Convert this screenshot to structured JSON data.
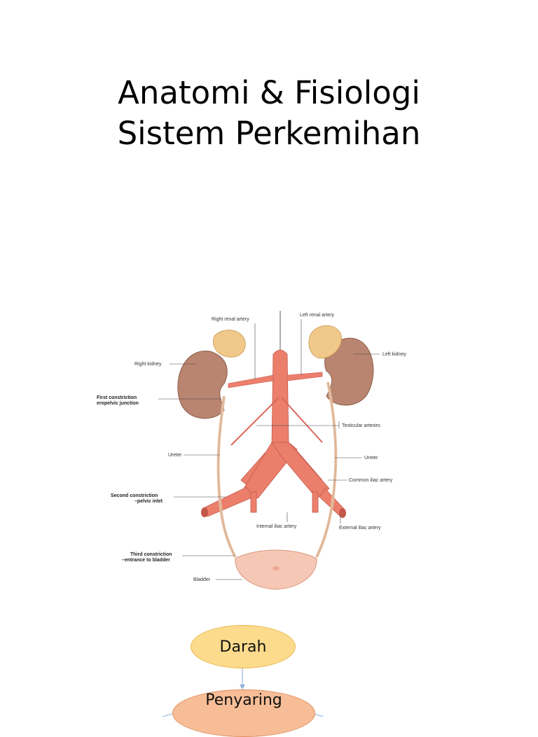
{
  "slide": {
    "title_line1": "Anatomi & Fisiologi",
    "title_line2": "Sistem Perkemihan"
  },
  "figure": {
    "labels": {
      "right_renal_artery": "Right renal artery",
      "left_renal_artery": "Left renal artery",
      "right_kidney": "Right kidney",
      "left_kidney": "Left kidney",
      "first_constriction_1": "First constriction",
      "first_constriction_2": "eropelvic junction",
      "testicular_arteries": "Testicular arteries",
      "ureter_left": "Ureter",
      "ureter_right": "Ureter",
      "common_iliac_artery": "Common iliac artery",
      "second_constriction_1": "Second constriction",
      "second_constriction_2": "–pelvic inlet",
      "internal_iliac_artery": "Internal iliac artery",
      "external_iliac_artery": "External iliac artery",
      "third_constriction_1": "Third constriction",
      "third_constriction_2": "–entrance to bladder",
      "bladder": "Bladder"
    },
    "colors": {
      "kidney": "#b98570",
      "adrenal": "#f0c98a",
      "artery": "#ec7f6c",
      "ureter": "#e7c1a3",
      "bladder": "#f6c7b4"
    }
  },
  "flow": {
    "nodes": [
      "Darah",
      "Penyaring"
    ],
    "colors": {
      "darah": "#fddb8d",
      "penyaring": "#f6bd96",
      "connector": "#8fb3d9"
    }
  }
}
